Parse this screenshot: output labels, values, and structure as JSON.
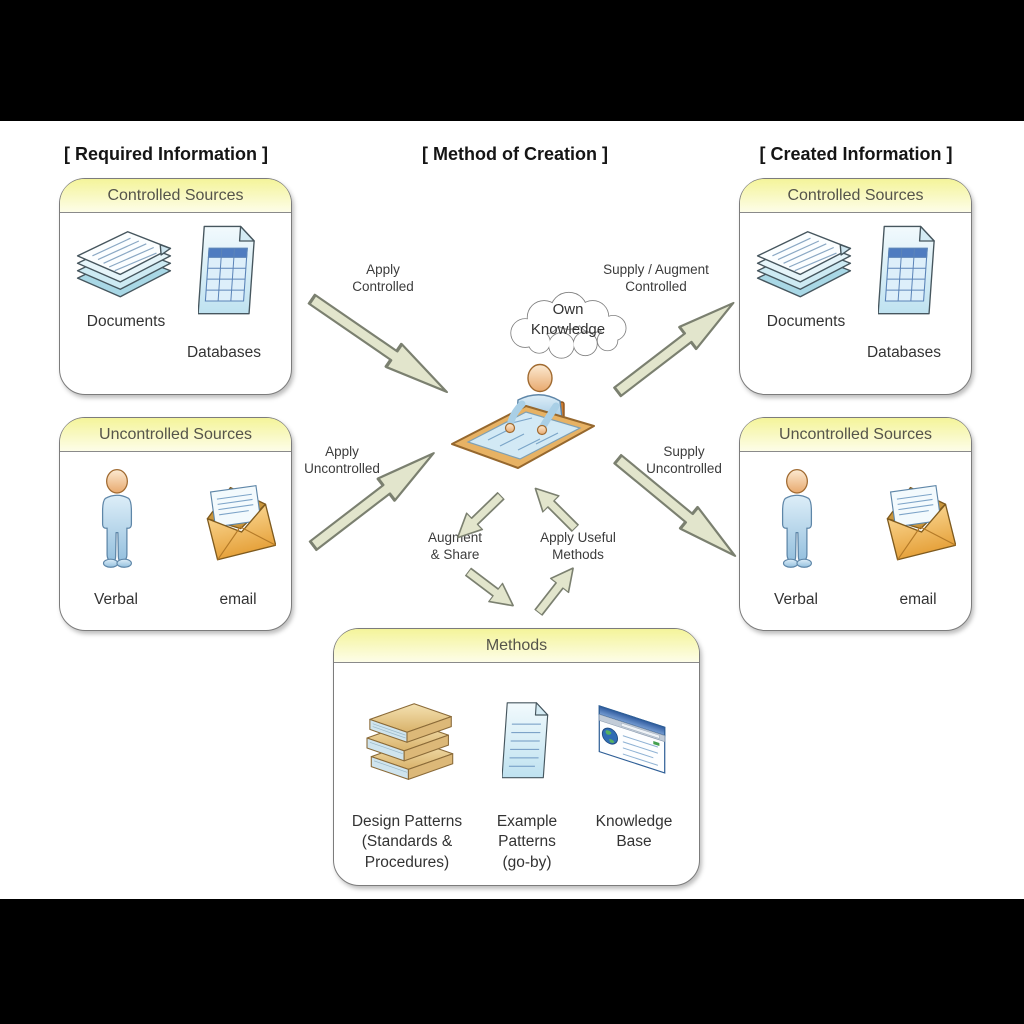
{
  "titles": {
    "required": "[ Required Information ]",
    "method": "[ Method of Creation ]",
    "created": "[ Created Information ]"
  },
  "boxes": {
    "left_controlled": {
      "header": "Controlled Sources",
      "item1": "Documents",
      "item2": "Databases"
    },
    "left_uncontrolled": {
      "header": "Uncontrolled Sources",
      "item1": "Verbal",
      "item2": "email"
    },
    "right_controlled": {
      "header": "Controlled Sources",
      "item1": "Documents",
      "item2": "Databases"
    },
    "right_uncontrolled": {
      "header": "Uncontrolled Sources",
      "item1": "Verbal",
      "item2": "email"
    },
    "methods": {
      "header": "Methods",
      "item1": "Design Patterns\n(Standards &\nProcedures)",
      "item2": "Example\nPatterns\n(go-by)",
      "item3": "Knowledge\nBase"
    }
  },
  "flows": {
    "cloud": "Own\nKnowledge",
    "apply_controlled": "Apply\nControlled",
    "apply_uncontrolled": "Apply\nUncontrolled",
    "supply_augment_controlled": "Supply / Augment\nControlled",
    "supply_uncontrolled": "Supply\nUncontrolled",
    "augment_share": "Augment\n& Share",
    "apply_useful_methods": "Apply Useful\nMethods"
  },
  "icons": {
    "documents": "documents-stack-icon",
    "databases": "database-file-icon",
    "verbal": "standing-person-icon",
    "email": "open-envelope-icon",
    "creator": "person-at-desk-icon",
    "cloud": "thought-cloud",
    "design_patterns": "books-stack-icon",
    "example_patterns": "document-page-icon",
    "knowledge_base": "browser-window-icon",
    "arrows": "block-arrow"
  },
  "colors": {
    "background": "#000000",
    "canvas": "#ffffff",
    "header_yellow_top": "#f4f49a",
    "header_yellow_bottom": "#fdfde8",
    "box_border": "#7c7c7c",
    "arrow_fill": "#e2e5cc",
    "arrow_stroke": "#7b8070",
    "text": "#333333"
  }
}
